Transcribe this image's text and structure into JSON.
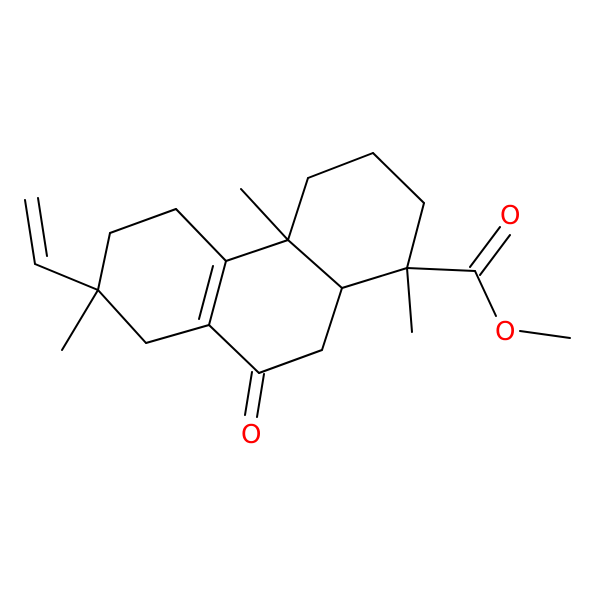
{
  "colors": {
    "background": "#ffffff",
    "bond": "#000000",
    "oxygen": "#ff0000"
  },
  "atom_labels": {
    "ketone_oxygen": "O",
    "carbonyl_oxygen": "O",
    "ester_oxygen": "O"
  }
}
